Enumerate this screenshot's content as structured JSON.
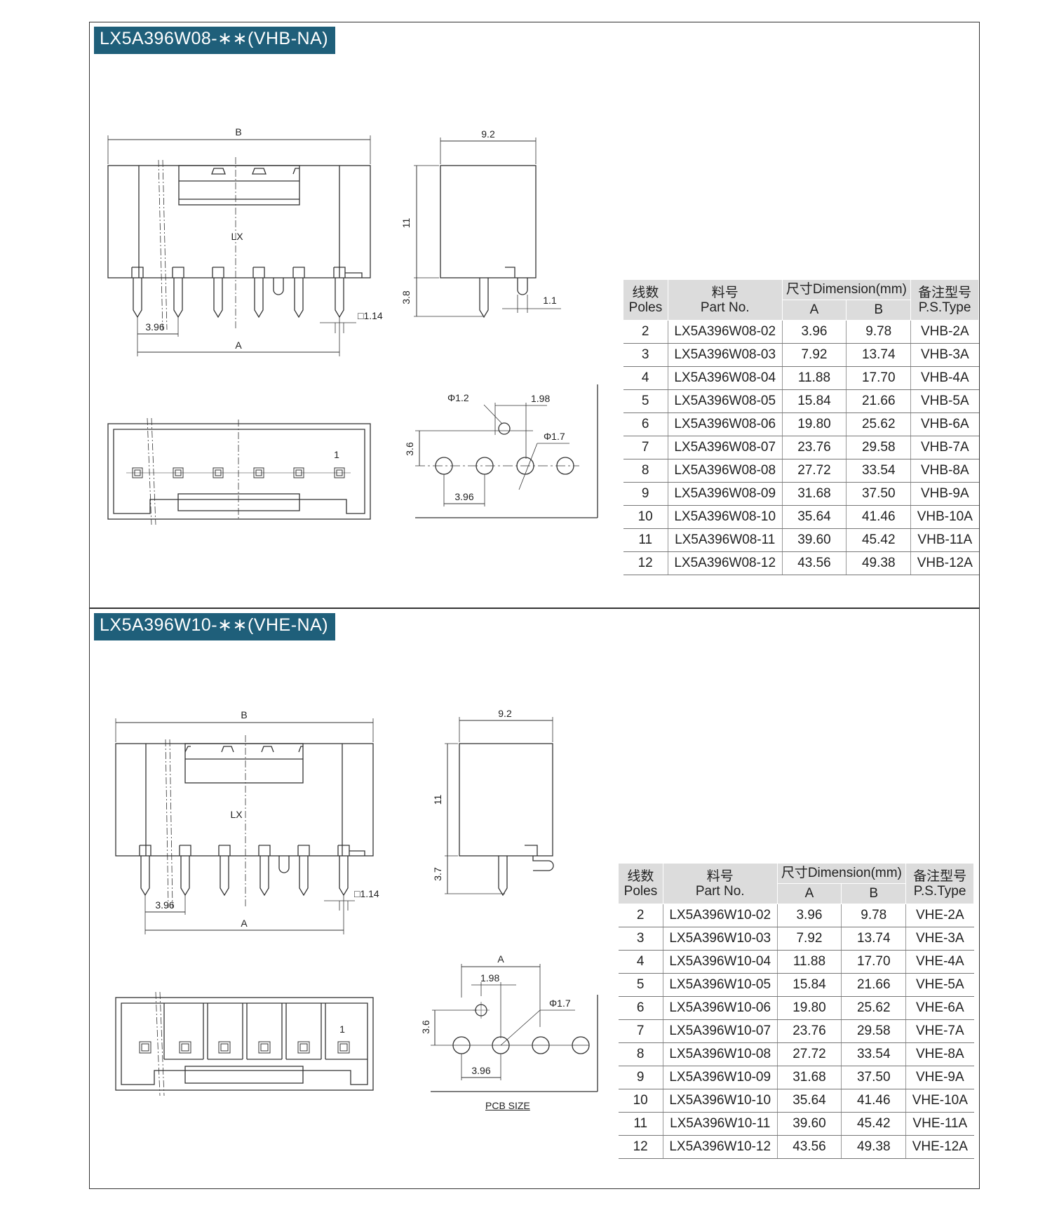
{
  "sections": [
    {
      "title": "LX5A396W08-∗∗(VHB-NA)",
      "labels": {
        "B": "B",
        "LX": "LX",
        "pitch": "3.96",
        "A": "A",
        "pin_sq": "□1.14",
        "depth": "9.2",
        "height": "11",
        "pin_len": "3.8",
        "boss": "1.1",
        "phi_small": "Φ1.2",
        "offset": "1.98",
        "phi_large": "Φ1.7",
        "row_gap": "3.6",
        "pcb_pitch": "3.96",
        "pin1": "1"
      },
      "table": {
        "headers": {
          "poles_cn": "线数",
          "poles_en": "Poles",
          "part_cn": "料号",
          "part_en": "Part No.",
          "dim": "尺寸Dimension(mm)",
          "col_a": "A",
          "col_b": "B",
          "type_cn": "备注型号",
          "type_en": "P.S.Type"
        },
        "rows": [
          [
            "2",
            "LX5A396W08-02",
            "3.96",
            "9.78",
            "VHB-2A"
          ],
          [
            "3",
            "LX5A396W08-03",
            "7.92",
            "13.74",
            "VHB-3A"
          ],
          [
            "4",
            "LX5A396W08-04",
            "11.88",
            "17.70",
            "VHB-4A"
          ],
          [
            "5",
            "LX5A396W08-05",
            "15.84",
            "21.66",
            "VHB-5A"
          ],
          [
            "6",
            "LX5A396W08-06",
            "19.80",
            "25.62",
            "VHB-6A"
          ],
          [
            "7",
            "LX5A396W08-07",
            "23.76",
            "29.58",
            "VHB-7A"
          ],
          [
            "8",
            "LX5A396W08-08",
            "27.72",
            "33.54",
            "VHB-8A"
          ],
          [
            "9",
            "LX5A396W08-09",
            "31.68",
            "37.50",
            "VHB-9A"
          ],
          [
            "10",
            "LX5A396W08-10",
            "35.64",
            "41.46",
            "VHB-10A"
          ],
          [
            "11",
            "LX5A396W08-11",
            "39.60",
            "45.42",
            "VHB-11A"
          ],
          [
            "12",
            "LX5A396W08-12",
            "43.56",
            "49.38",
            "VHB-12A"
          ]
        ]
      }
    },
    {
      "title": "LX5A396W10-∗∗(VHE-NA)",
      "labels": {
        "B": "B",
        "LX": "LX",
        "pitch": "3.96",
        "A": "A",
        "pin_sq": "□1.14",
        "depth": "9.2",
        "height": "11",
        "pin_len": "3.7",
        "pcb_A": "A",
        "offset": "1.98",
        "phi_large": "Φ1.7",
        "row_gap": "3.6",
        "pcb_pitch": "3.96",
        "pin1": "1",
        "pcb_size": "PCB SIZE"
      },
      "table": {
        "headers": {
          "poles_cn": "线数",
          "poles_en": "Poles",
          "part_cn": "料号",
          "part_en": "Part No.",
          "dim": "尺寸Dimension(mm)",
          "col_a": "A",
          "col_b": "B",
          "type_cn": "备注型号",
          "type_en": "P.S.Type"
        },
        "rows": [
          [
            "2",
            "LX5A396W10-02",
            "3.96",
            "9.78",
            "VHE-2A"
          ],
          [
            "3",
            "LX5A396W10-03",
            "7.92",
            "13.74",
            "VHE-3A"
          ],
          [
            "4",
            "LX5A396W10-04",
            "11.88",
            "17.70",
            "VHE-4A"
          ],
          [
            "5",
            "LX5A396W10-05",
            "15.84",
            "21.66",
            "VHE-5A"
          ],
          [
            "6",
            "LX5A396W10-06",
            "19.80",
            "25.62",
            "VHE-6A"
          ],
          [
            "7",
            "LX5A396W10-07",
            "23.76",
            "29.58",
            "VHE-7A"
          ],
          [
            "8",
            "LX5A396W10-08",
            "27.72",
            "33.54",
            "VHE-8A"
          ],
          [
            "9",
            "LX5A396W10-09",
            "31.68",
            "37.50",
            "VHE-9A"
          ],
          [
            "10",
            "LX5A396W10-10",
            "35.64",
            "41.46",
            "VHE-10A"
          ],
          [
            "11",
            "LX5A396W10-11",
            "39.60",
            "45.42",
            "VHE-11A"
          ],
          [
            "12",
            "LX5A396W10-12",
            "43.56",
            "49.38",
            "VHE-12A"
          ]
        ]
      }
    }
  ]
}
